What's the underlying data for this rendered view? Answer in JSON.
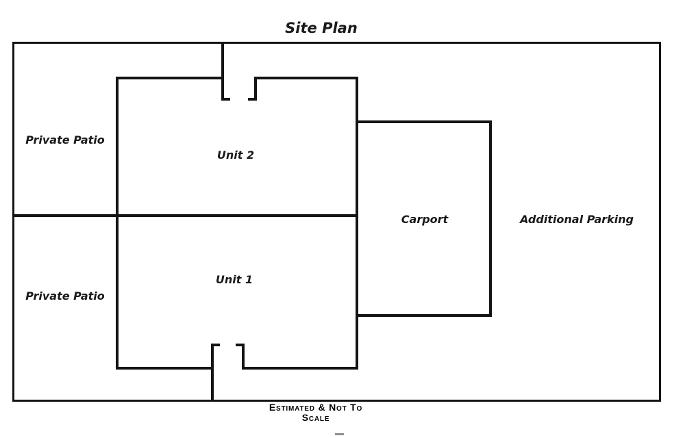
{
  "plan": {
    "title": "Site Plan",
    "labels": {
      "patio_top": "Private Patio",
      "patio_bottom": "Private Patio",
      "unit_2": "Unit 2",
      "unit_1": "Unit 1",
      "carport": "Carport",
      "additional_parking": "Additional Parking"
    },
    "footer": {
      "line1": "Estimated & Not To",
      "line2": "Scale"
    },
    "colors": {
      "line": "#141414",
      "background": "#ffffff"
    }
  }
}
